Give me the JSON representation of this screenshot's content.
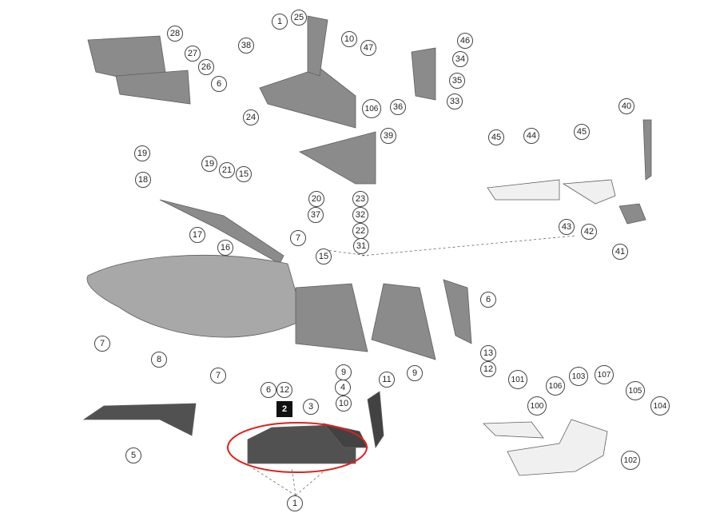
{
  "diagram": {
    "callouts": [
      "28",
      "27",
      "26",
      "6",
      "1",
      "25",
      "38",
      "10",
      "47",
      "46",
      "34",
      "35",
      "33",
      "106",
      "36",
      "24",
      "39",
      "40",
      "45",
      "44",
      "45",
      "19",
      "19",
      "21",
      "15",
      "18",
      "20",
      "23",
      "37",
      "32",
      "22",
      "43",
      "42",
      "41",
      "17",
      "7",
      "16",
      "31",
      "15",
      "6",
      "7",
      "8",
      "13",
      "12",
      "9",
      "9",
      "7",
      "6",
      "12",
      "4",
      "11",
      "10",
      "3",
      "2",
      "101",
      "106",
      "103",
      "107",
      "105",
      "100",
      "104",
      "102",
      "5",
      "1"
    ],
    "highlight_color": "#e0201c",
    "highlighted_callout": "2"
  }
}
